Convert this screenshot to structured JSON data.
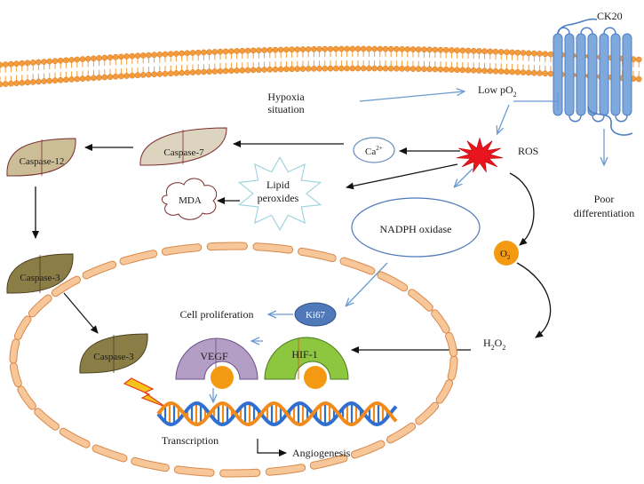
{
  "colors": {
    "membrane": "#f39c3d",
    "membrane_light": "#fbd3a3",
    "ck20": "#7fa9dc",
    "ck20_dark": "#4e7fc2",
    "arrow_blue": "#6b9bd1",
    "ros": "#e8141e",
    "o2": "#f39a12",
    "ki67": "#4f79b8",
    "vegf": "#b39fc6",
    "hif1": "#8dc63f",
    "caspase12": "#cbbd95",
    "caspase7": "#ddd4c0",
    "caspase3": "#8a7d46",
    "lightning": "#f7c21c",
    "nucleus": "#f7c79a",
    "dna_blue": "#2f6fd0",
    "dna_orange": "#f08a1c"
  },
  "labels": {
    "ck20": "CK20",
    "hypoxia_line1": "Hypoxia",
    "hypoxia_line2": "situation",
    "low_po2_prefix": "Low pO",
    "low_po2_sub": "2",
    "poor_line1": "Poor",
    "poor_line2": "differentiation",
    "ros": "ROS",
    "ca": "Ca",
    "ca_sup": "2+",
    "caspase7": "Caspase-7",
    "caspase12": "Caspase-12",
    "caspase3_outer": "Caspase-3",
    "caspase3_inner": "Caspase-3",
    "lipid_line1": "Lipid",
    "lipid_line2": "peroxides",
    "mda": "MDA",
    "nadph": "NADPH oxidase",
    "o2_prefix": "O",
    "o2_sub": "2",
    "h2o2_a": "H",
    "h2o2_sub1": "2",
    "h2o2_b": "O",
    "h2o2_sub2": "2",
    "cell_proliferation": "Cell proliferation",
    "ki67": "Ki67",
    "vegf": "VEGF",
    "hif1": "HIF-1",
    "transcription": "Transcription",
    "angiogenesis": "Angiogenesis"
  }
}
